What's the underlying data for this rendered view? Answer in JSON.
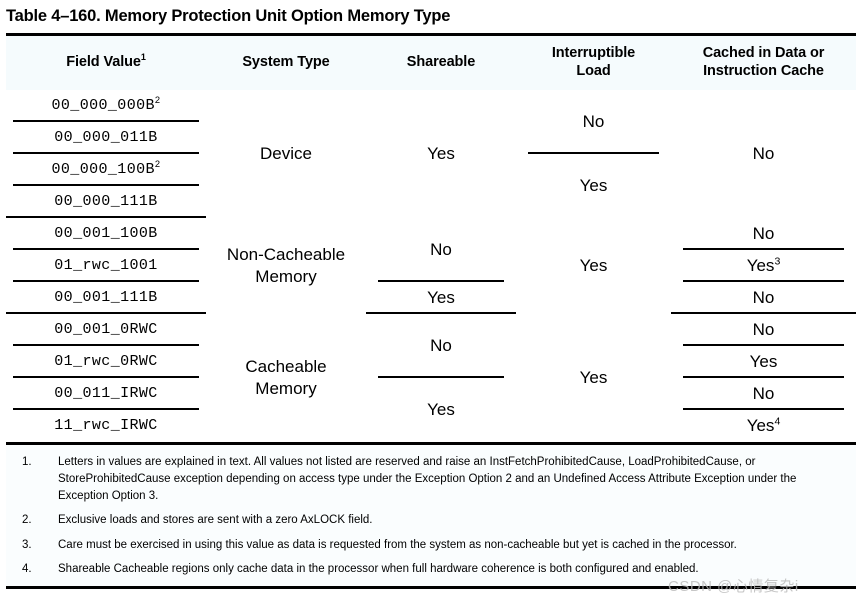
{
  "document": {
    "title": "Table 4–160.  Memory Protection Unit Option Memory Type"
  },
  "table": {
    "headers": [
      {
        "text": "Field Value",
        "sup": "1"
      },
      {
        "text": "System Type",
        "sup": ""
      },
      {
        "text": "Shareable",
        "sup": ""
      },
      {
        "text": "Interruptible Load",
        "sup": ""
      },
      {
        "text": "Cached in Data or Instruction Cache",
        "sup": ""
      }
    ],
    "header_lines": {
      "interruptible_load": [
        "Interruptible",
        "Load"
      ],
      "cached": [
        "Cached in Data or",
        "Instruction Cache"
      ]
    },
    "groups": [
      {
        "system_type": "Device",
        "system_type_lines": [
          "Device"
        ],
        "field_values": [
          {
            "value": "00_000_000B",
            "sup": "2"
          },
          {
            "value": "00_000_011B",
            "sup": ""
          },
          {
            "value": "00_000_100B",
            "sup": "2"
          },
          {
            "value": "00_000_111B",
            "sup": ""
          }
        ],
        "shareable": [
          {
            "text": "Yes",
            "sup": "",
            "rows": 4
          }
        ],
        "interruptible_load": [
          {
            "text": "No",
            "sup": "",
            "rows": 2
          },
          {
            "text": "Yes",
            "sup": "",
            "rows": 2
          }
        ],
        "cached": [
          {
            "text": "No",
            "sup": "",
            "rows": 4
          }
        ]
      },
      {
        "system_type": "Non-Cacheable Memory",
        "system_type_lines": [
          "Non-Cacheable",
          "Memory"
        ],
        "field_values": [
          {
            "value": "00_001_100B",
            "sup": ""
          },
          {
            "value": "01_rwc_1001",
            "sup": ""
          },
          {
            "value": "00_001_111B",
            "sup": ""
          }
        ],
        "shareable": [
          {
            "text": "No",
            "sup": "",
            "rows": 2
          },
          {
            "text": "Yes",
            "sup": "",
            "rows": 1
          }
        ],
        "interruptible_load": [
          {
            "text": "Yes",
            "sup": "",
            "rows": 3
          }
        ],
        "cached": [
          {
            "text": "No",
            "sup": "",
            "rows": 1
          },
          {
            "text": "Yes",
            "sup": "3",
            "rows": 1
          },
          {
            "text": "No",
            "sup": "",
            "rows": 1
          }
        ]
      },
      {
        "system_type": "Cacheable Memory",
        "system_type_lines": [
          "Cacheable",
          "Memory"
        ],
        "field_values": [
          {
            "value": "00_001_0RWC",
            "sup": ""
          },
          {
            "value": "01_rwc_0RWC",
            "sup": ""
          },
          {
            "value": "00_011_IRWC",
            "sup": ""
          },
          {
            "value": "11_rwc_IRWC",
            "sup": ""
          }
        ],
        "shareable": [
          {
            "text": "No",
            "sup": "",
            "rows": 2
          },
          {
            "text": "Yes",
            "sup": "",
            "rows": 2
          }
        ],
        "interruptible_load": [
          {
            "text": "Yes",
            "sup": "",
            "rows": 4
          }
        ],
        "cached": [
          {
            "text": "No",
            "sup": "",
            "rows": 1
          },
          {
            "text": "Yes",
            "sup": "",
            "rows": 1
          },
          {
            "text": "No",
            "sup": "",
            "rows": 1
          },
          {
            "text": "Yes",
            "sup": "4",
            "rows": 1
          }
        ]
      }
    ]
  },
  "footnotes": [
    {
      "number": "1.",
      "text": "Letters in values are explained in text. All values not listed are reserved and raise an InstFetchProhibitedCause, LoadProhibitedCause, or StoreProhibitedCause exception depending on access type under the Exception Option 2 and an Undefined Access Attribute Exception under the Exception Option 3."
    },
    {
      "number": "2.",
      "text": "Exclusive loads and stores are sent with a zero AxLOCK field."
    },
    {
      "number": "3.",
      "text": "Care must be exercised in using this value as data is requested from the system as non-cacheable but yet is cached in the processor."
    },
    {
      "number": "4.",
      "text": "Shareable Cacheable regions only cache data in the processor when full hardware coherence is both configured and enabled."
    }
  ],
  "watermark": {
    "text": "CSDN @心情复杂i"
  },
  "colors": {
    "header_background": "#f5fbfd",
    "rule": "#000000",
    "page_background": "#ffffff",
    "watermark": "#b9b9b9"
  }
}
